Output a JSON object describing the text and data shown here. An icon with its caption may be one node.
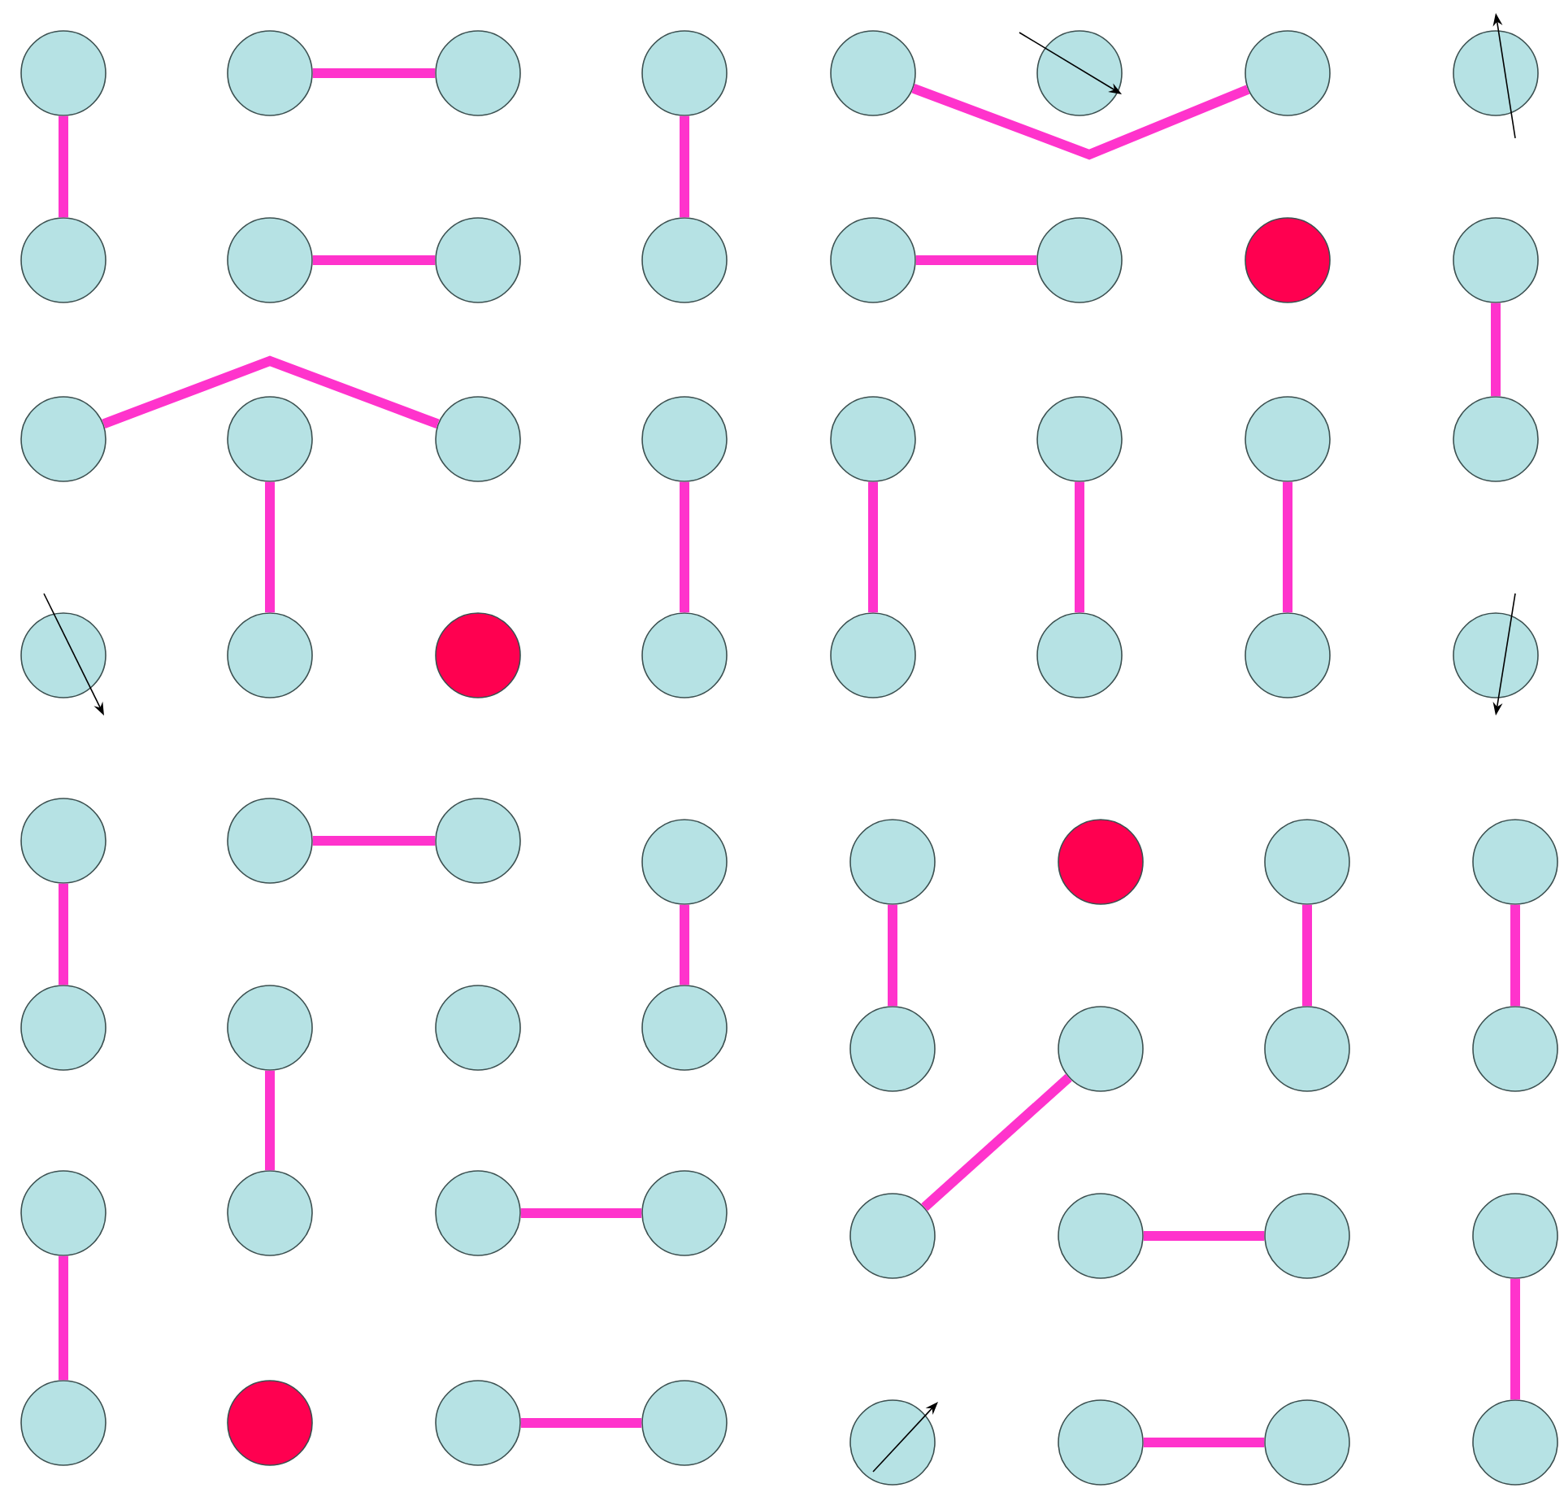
{
  "diagram": {
    "nodes": [
      {
        "text": [],
        "shape": "circle"
      },
      {
        "text": [],
        "shape": "circle"
      },
      {
        "text": [],
        "shape": "circle"
      },
      {
        "text": [],
        "shape": "circle"
      },
      {
        "text": [],
        "shape": "circle"
      },
      {
        "text": [],
        "shape": "circle"
      },
      {
        "text": [],
        "shape": "circle"
      },
      {
        "text": [],
        "shape": "circle"
      },
      {
        "text": [],
        "shape": "circle"
      },
      {
        "text": [],
        "shape": "circle"
      },
      {
        "text": [],
        "shape": "circle"
      },
      {
        "text": [],
        "shape": "circle"
      },
      {
        "text": [],
        "shape": "circle"
      },
      {
        "text": [],
        "shape": "circle"
      },
      {
        "text": [],
        "shape": "circle"
      },
      {
        "text": [],
        "shape": "circle"
      },
      {
        "text": [],
        "shape": "circle"
      },
      {
        "text": [],
        "shape": "circle"
      },
      {
        "text": [],
        "shape": "circle"
      },
      {
        "text": [],
        "shape": "circle"
      },
      {
        "text": [],
        "shape": "circle"
      },
      {
        "text": [],
        "shape": "circle"
      },
      {
        "text": [],
        "shape": "circle"
      },
      {
        "text": [],
        "shape": "circle"
      },
      {
        "text": [],
        "shape": "circle"
      },
      {
        "text": [],
        "shape": "circle"
      },
      {
        "text": [],
        "shape": "circle"
      },
      {
        "text": [],
        "shape": "circle"
      },
      {
        "text": [],
        "shape": "circle"
      },
      {
        "text": [],
        "shape": "circle"
      },
      {
        "text": [],
        "shape": "circle"
      },
      {
        "text": [],
        "shape": "circle"
      },
      {
        "text": [],
        "shape": "circle"
      },
      {
        "text": [],
        "shape": "circle"
      },
      {
        "text": [],
        "shape": "circle"
      },
      {
        "text": [],
        "shape": "circle"
      },
      {
        "text": [],
        "shape": "circle"
      },
      {
        "text": [],
        "shape": "circle"
      },
      {
        "text": [],
        "shape": "circle"
      },
      {
        "text": [],
        "shape": "circle"
      },
      {
        "text": [],
        "shape": "circle"
      },
      {
        "text": [],
        "shape": "circle"
      },
      {
        "text": [],
        "shape": "circle"
      },
      {
        "text": [],
        "shape": "circle"
      },
      {
        "text": [],
        "shape": "circle"
      },
      {
        "text": [],
        "shape": "circle"
      },
      {
        "text": [],
        "shape": "circle"
      },
      {
        "text": [],
        "shape": "circle"
      },
      {
        "text": [],
        "shape": "circle"
      },
      {
        "text": [],
        "shape": "circle"
      },
      {
        "text": [],
        "shape": "circle"
      },
      {
        "text": [],
        "shape": "circle"
      },
      {
        "text": [],
        "shape": "circle"
      },
      {
        "text": [],
        "shape": "circle"
      },
      {
        "text": [],
        "shape": "circle"
      },
      {
        "text": [],
        "shape": "circle"
      },
      {
        "text": [],
        "shape": "circle"
      },
      {
        "text": [],
        "shape": "circle"
      },
      {
        "text": [],
        "shape": "circle"
      },
      {
        "text": [],
        "shape": "circle"
      },
      {
        "text": [],
        "shape": "circle"
      },
      {
        "text": [],
        "shape": "circle"
      },
      {
        "text": [],
        "shape": "circle"
      },
      {
        "text": [],
        "shape": "circle"
      }
    ],
    "edges": [
      {
        "from": 0,
        "to": 8,
        "arrow": "none"
      },
      {
        "from": 1,
        "to": 2,
        "arrow": "none"
      },
      {
        "from": 3,
        "to": 11,
        "arrow": "none"
      },
      {
        "from": 4,
        "to": 6,
        "arrow": "none"
      },
      {
        "from": 9,
        "to": 10,
        "arrow": "none"
      },
      {
        "from": 12,
        "to": 13,
        "arrow": "none"
      },
      {
        "from": 15,
        "to": 23,
        "arrow": "none"
      },
      {
        "from": 16,
        "to": 18,
        "arrow": "none"
      },
      {
        "from": 17,
        "to": 25,
        "arrow": "none"
      },
      {
        "from": 19,
        "to": 27,
        "arrow": "none"
      },
      {
        "from": 20,
        "to": 28,
        "arrow": "none"
      },
      {
        "from": 21,
        "to": 29,
        "arrow": "none"
      },
      {
        "from": 22,
        "to": 30,
        "arrow": "none"
      },
      {
        "from": 32,
        "to": 40,
        "arrow": "none"
      },
      {
        "from": 33,
        "to": 34,
        "arrow": "none"
      },
      {
        "from": 35,
        "to": 43,
        "arrow": "none"
      },
      {
        "from": 36,
        "to": 44,
        "arrow": "none"
      },
      {
        "from": 38,
        "to": 46,
        "arrow": "none"
      },
      {
        "from": 39,
        "to": 47,
        "arrow": "none"
      },
      {
        "from": 41,
        "to": 49,
        "arrow": "none"
      },
      {
        "from": 50,
        "to": 51,
        "arrow": "none"
      },
      {
        "from": 45,
        "to": 52,
        "arrow": "none"
      },
      {
        "from": 53,
        "to": 54,
        "arrow": "none"
      },
      {
        "from": 48,
        "to": 56,
        "arrow": "none"
      },
      {
        "from": 58,
        "to": 59,
        "arrow": "none"
      },
      {
        "from": 61,
        "to": 62,
        "arrow": "none"
      },
      {
        "from": 55,
        "to": 63,
        "arrow": "none"
      }
    ]
  }
}
